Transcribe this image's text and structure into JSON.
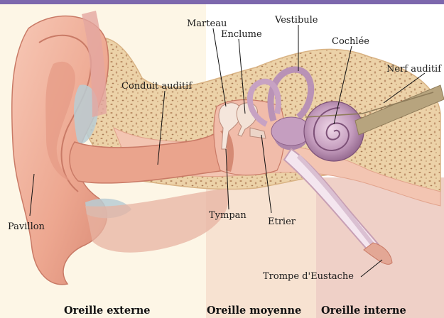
{
  "colors": {
    "top_bar": "#7d68ad",
    "zone_external": "#fbf1da",
    "zone_middle": "#f6ddcb",
    "zone_internal": "#edcbc3",
    "skin": "#f0b4a0",
    "skin_dark": "#d9897a",
    "bone": "#ecd2a8",
    "bone_speckle": "#b98a62",
    "canal": "#e9a791",
    "inner_ear": "#c5a1c2",
    "nerve": "#b2a07c"
  },
  "labels": {
    "marteau": "Marteau",
    "enclume": "Enclume",
    "vestibule": "Vestibule",
    "cochlee": "Cochlée",
    "nerf_auditif": "Nerf auditif",
    "conduit_auditif": "Conduit auditif",
    "pavillon": "Pavillon",
    "tympan": "Tympan",
    "etrier": "Etrier",
    "trompe": "Trompe d'Eustache"
  },
  "sections": {
    "externe": "Oreille externe",
    "moyenne": "Oreille moyenne",
    "interne": "Oreille interne"
  }
}
